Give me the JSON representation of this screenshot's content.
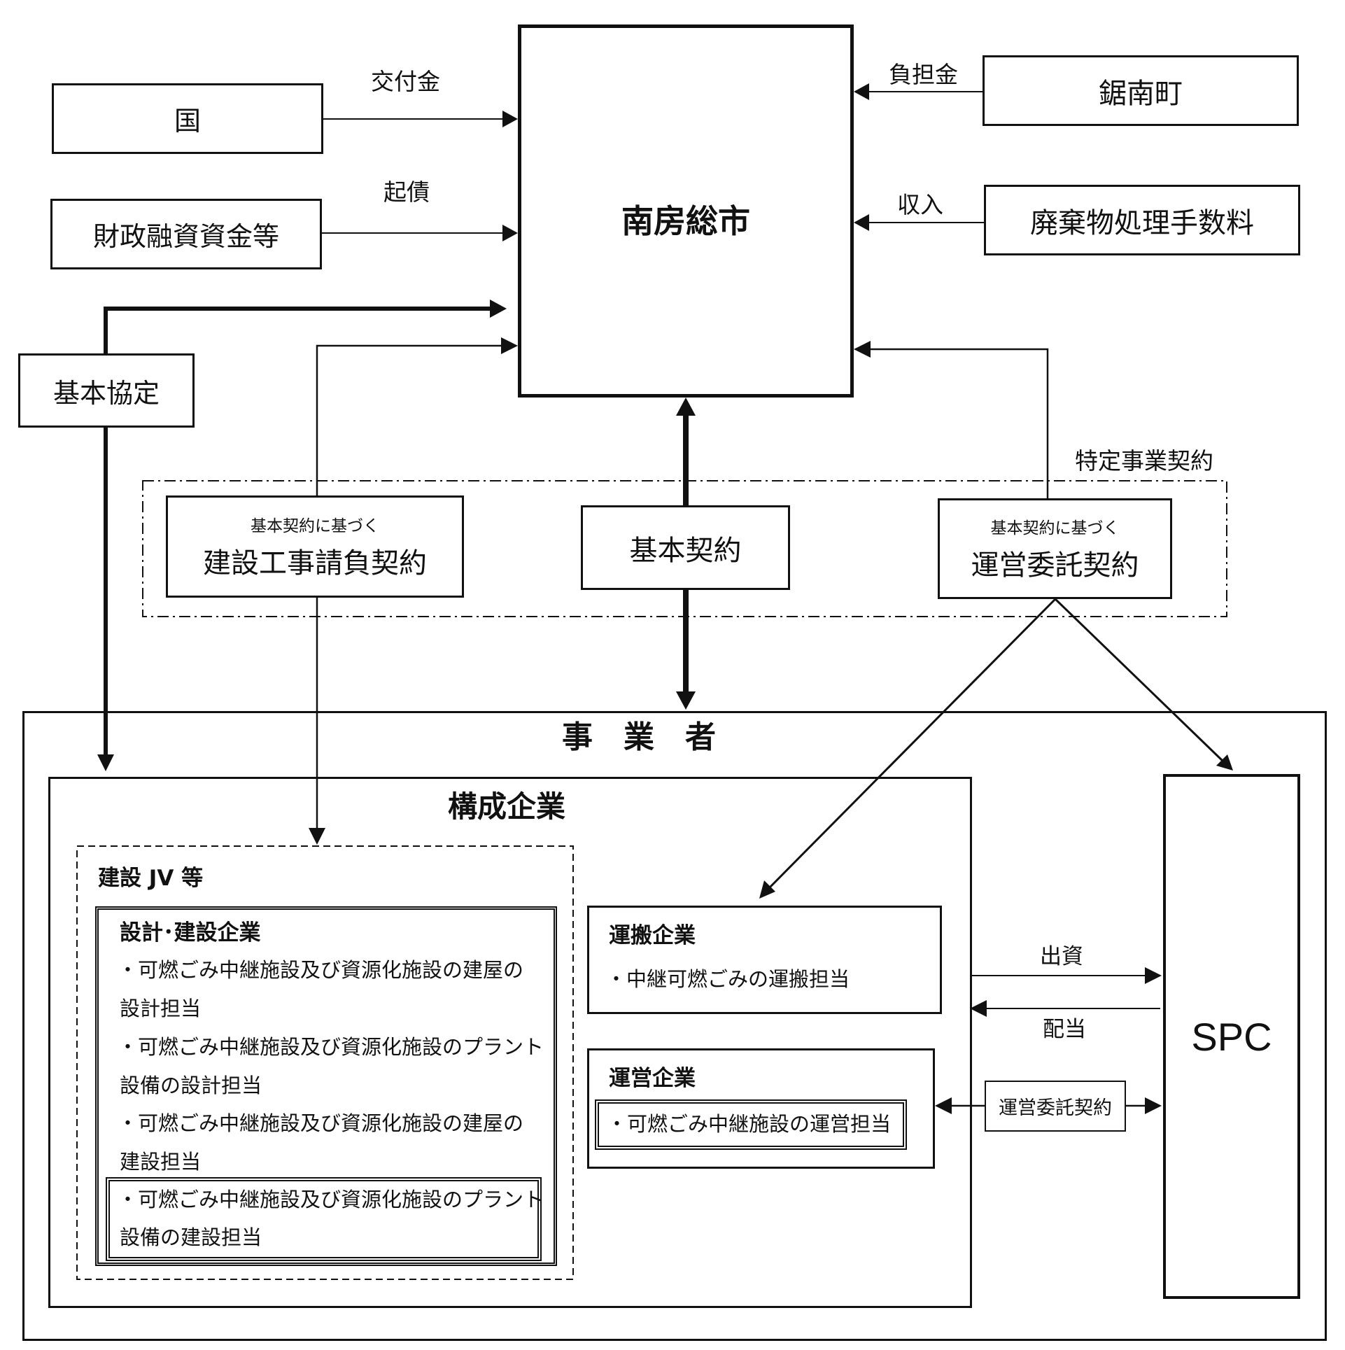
{
  "city": "南房総市",
  "sources": {
    "kuni": "国",
    "zaisei": "財政融資資金等",
    "kyonan": "鋸南町",
    "haikibutsu": "廃棄物処理手数料"
  },
  "flows": {
    "koufukin": "交付金",
    "kisai": "起債",
    "futankin": "負担金",
    "shunyu": "収入",
    "shusshi": "出資",
    "haito": "配当"
  },
  "agreements": {
    "kihon_kyotei": "基本協定",
    "tokutei_label": "特定事業契約",
    "kensetsu_small": "基本契約に基づく",
    "kensetsu_main": "建設工事請負契約",
    "kihon_keiyaku": "基本契約",
    "unei_small": "基本契約に基づく",
    "unei_main": "運営委託契約",
    "unei_spc": "運営委託契約"
  },
  "operator": {
    "title": "事　業　者",
    "members_title": "構成企業",
    "jv_title": "建設 JV 等",
    "design_build": {
      "title": "設計･建設企業",
      "lines": [
        "・可燃ごみ中継施設及び資源化施設の建屋の",
        "設計担当",
        "・可燃ごみ中継施設及び資源化施設のプラント",
        "設備の設計担当",
        "・可燃ごみ中継施設及び資源化施設の建屋の",
        "建設担当"
      ],
      "boxed_lines": [
        "・可燃ごみ中継施設及び資源化施設のプラント",
        "設備の建設担当"
      ]
    },
    "transport": {
      "title": "運搬企業",
      "line": "・中継可燃ごみの運搬担当"
    },
    "operation": {
      "title": "運営企業",
      "line": "・可燃ごみ中継施設の運営担当"
    },
    "spc": "SPC"
  }
}
